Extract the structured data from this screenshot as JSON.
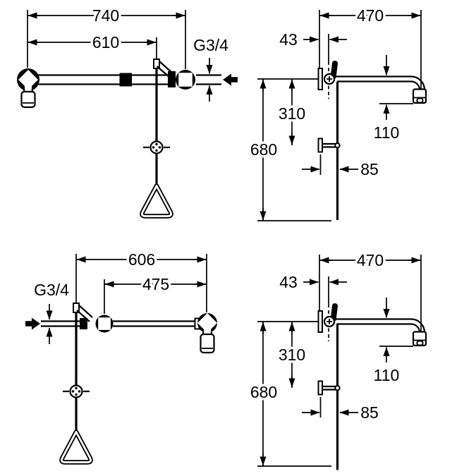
{
  "colors": {
    "line": "#000000",
    "background": "#ffffff"
  },
  "views": {
    "front_top": {
      "overall_width": "740",
      "arm_length": "610",
      "thread": "G3/4"
    },
    "side_top": {
      "arm_reach": "470",
      "wall_offset": "43",
      "handle_drop": "310",
      "overall_drop": "680",
      "outlet_drop": "110",
      "handle_reach": "85"
    },
    "front_bottom": {
      "overall_width": "606",
      "arm_length": "475",
      "thread": "G3/4"
    },
    "side_bottom": {
      "arm_reach": "470",
      "wall_offset": "43",
      "handle_drop": "310",
      "overall_drop": "680",
      "outlet_drop": "110",
      "handle_reach": "85"
    }
  }
}
